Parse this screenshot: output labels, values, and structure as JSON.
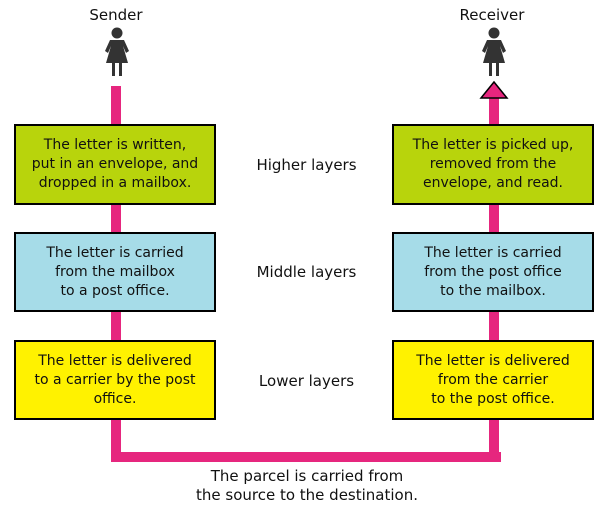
{
  "colors": {
    "pipe": "#e6267e",
    "higher": "#b8d40c",
    "middle": "#a6dce8",
    "lower": "#fff200"
  },
  "icons": {
    "sender": "person-icon",
    "receiver": "person-icon"
  },
  "endpoints": {
    "sender": "Sender",
    "receiver": "Receiver"
  },
  "layers": [
    {
      "name": "Higher layers",
      "sender_lines": [
        "The letter is written,",
        "put in an envelope, and",
        "dropped in a mailbox."
      ],
      "receiver_lines": [
        "The letter is picked up,",
        "removed from the",
        "envelope, and read."
      ]
    },
    {
      "name": "Middle layers",
      "sender_lines": [
        "The letter is carried",
        "from the mailbox",
        "to a post office."
      ],
      "receiver_lines": [
        "The letter is carried",
        "from the post office",
        "to the mailbox."
      ]
    },
    {
      "name": "Lower layers",
      "sender_lines": [
        "The letter is delivered",
        "to a carrier by the post",
        "office."
      ],
      "receiver_lines": [
        "The letter is delivered",
        "from the carrier",
        "to the post office."
      ]
    }
  ],
  "caption_lines": [
    "The parcel is carried from",
    "the source to the destination."
  ]
}
